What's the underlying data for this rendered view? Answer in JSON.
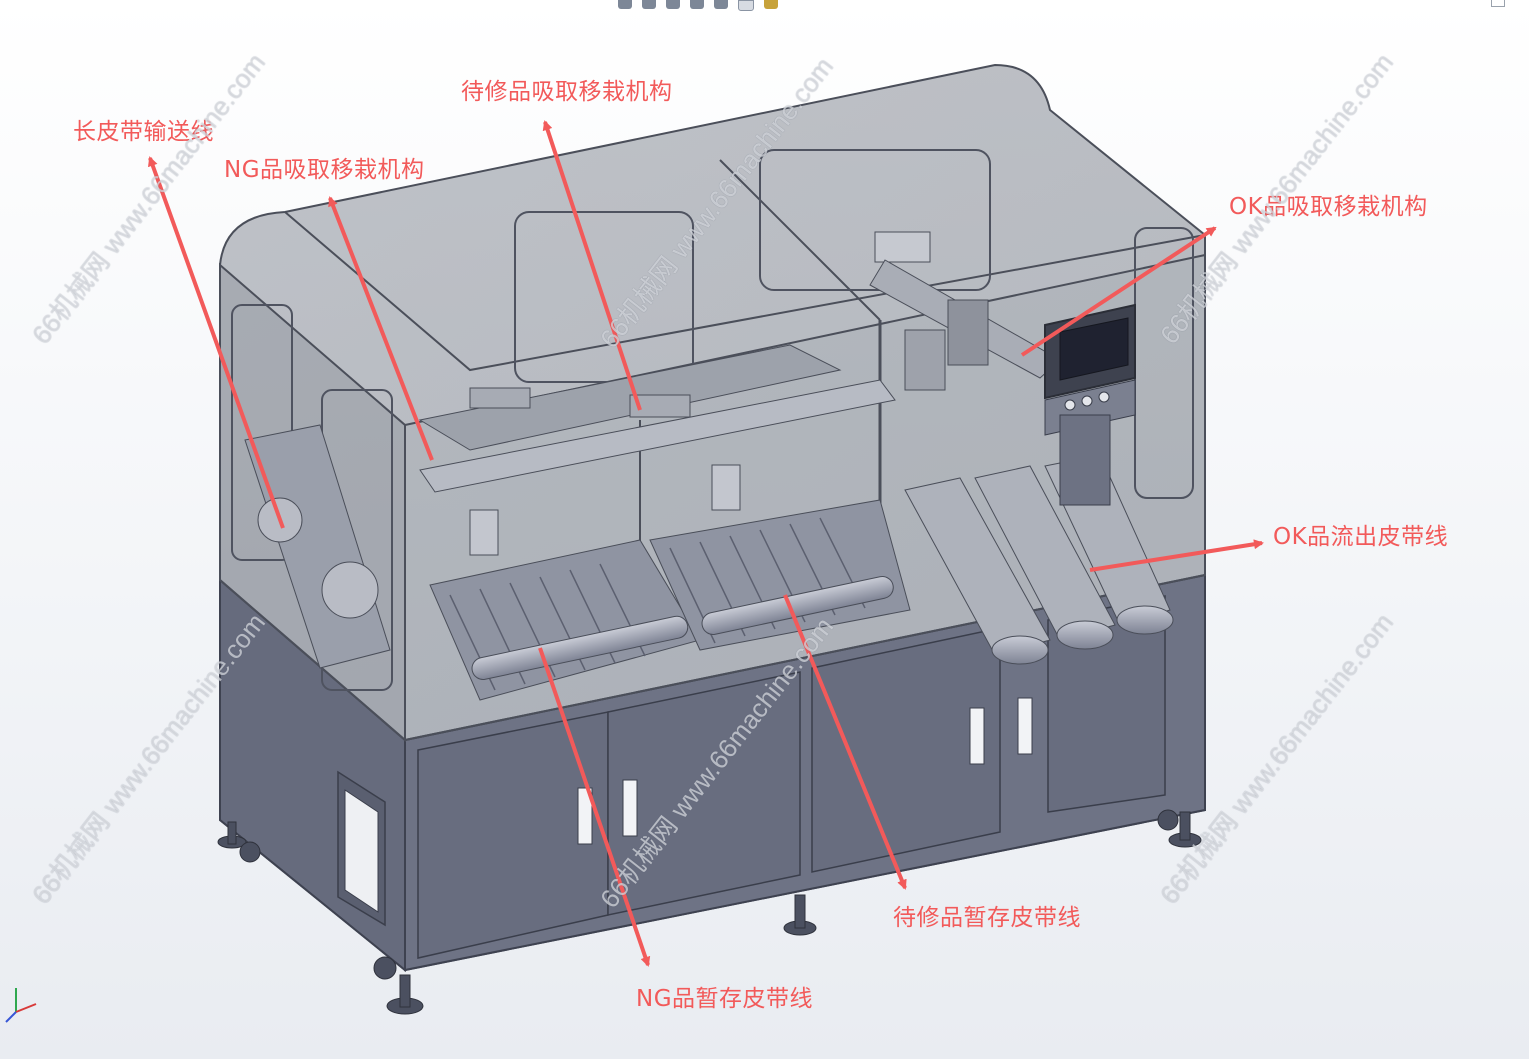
{
  "callouts": [
    {
      "id": "long-belt",
      "text": "长皮带输送线"
    },
    {
      "id": "ng-pick",
      "text": "NG品吸取移栽机构"
    },
    {
      "id": "repair-pick",
      "text": "待修品吸取移栽机构"
    },
    {
      "id": "ok-pick",
      "text": "OK品吸取移栽机构"
    },
    {
      "id": "ok-out-belt",
      "text": "OK品流出皮带线"
    },
    {
      "id": "repair-buffer",
      "text": "待修品暂存皮带线"
    },
    {
      "id": "ng-buffer",
      "text": "NG品暂存皮带线"
    }
  ],
  "watermark_text": "66机械网 www.66machine.com",
  "colors": {
    "callout": "#f25a5a",
    "frame": "#5f6474",
    "cabinet": "#6b7082",
    "glass": "#8f949e"
  },
  "icons": [
    "zoom-icon",
    "rotate-icon",
    "view-icon",
    "section-icon",
    "display-icon",
    "appearance-icon",
    "scene-icon"
  ]
}
